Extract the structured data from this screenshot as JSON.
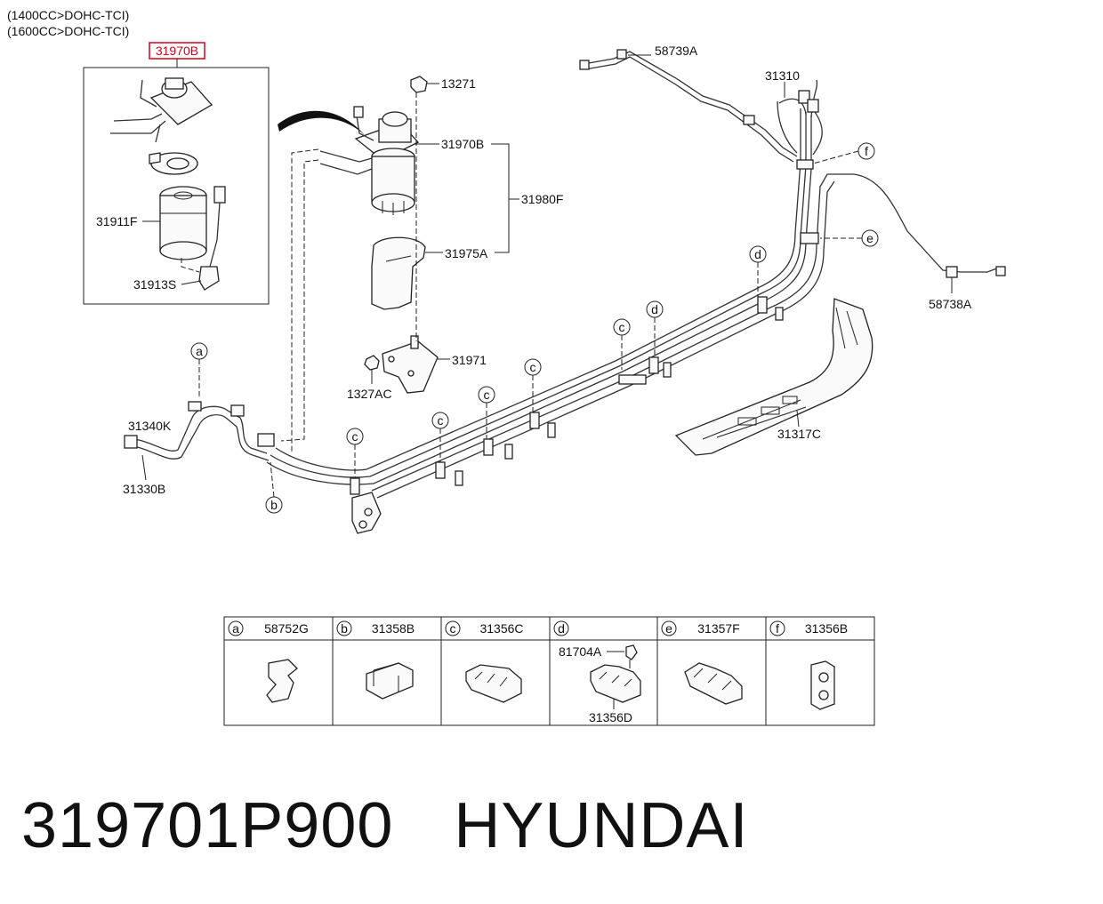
{
  "conditions": [
    "(1400CC>DOHC-TCI)",
    "(1600CC>DOHC-TCI)"
  ],
  "highlight": {
    "label": "31970B",
    "color": "#d0021b"
  },
  "callouts": {
    "c13271": "13271",
    "c31970B": "31970B",
    "c31980F": "31980F",
    "c31975A": "31975A",
    "c31971": "31971",
    "c1327AC": "1327AC",
    "c31911F": "31911F",
    "c31913S": "31913S",
    "c58739A": "58739A",
    "c31310": "31310",
    "c58738A": "58738A",
    "c31317C": "31317C",
    "c31340K": "31340K",
    "c31330B": "31330B"
  },
  "markers": {
    "a": "a",
    "b": "b",
    "c1": "c",
    "c2": "c",
    "c3": "c",
    "c4": "c",
    "c5": "c",
    "d1": "d",
    "d2": "d",
    "e": "e",
    "f": "f"
  },
  "clip_table": [
    {
      "letter": "a",
      "part": "58752G"
    },
    {
      "letter": "b",
      "part": "31358B"
    },
    {
      "letter": "c",
      "part": "31356C"
    },
    {
      "letter": "d",
      "part": "",
      "sub_top": "81704A",
      "sub_bottom": "31356D"
    },
    {
      "letter": "e",
      "part": "31357F"
    },
    {
      "letter": "f",
      "part": "31356B"
    }
  ],
  "footer": {
    "part_number": "319701P900",
    "brand": "HYUNDAI"
  }
}
